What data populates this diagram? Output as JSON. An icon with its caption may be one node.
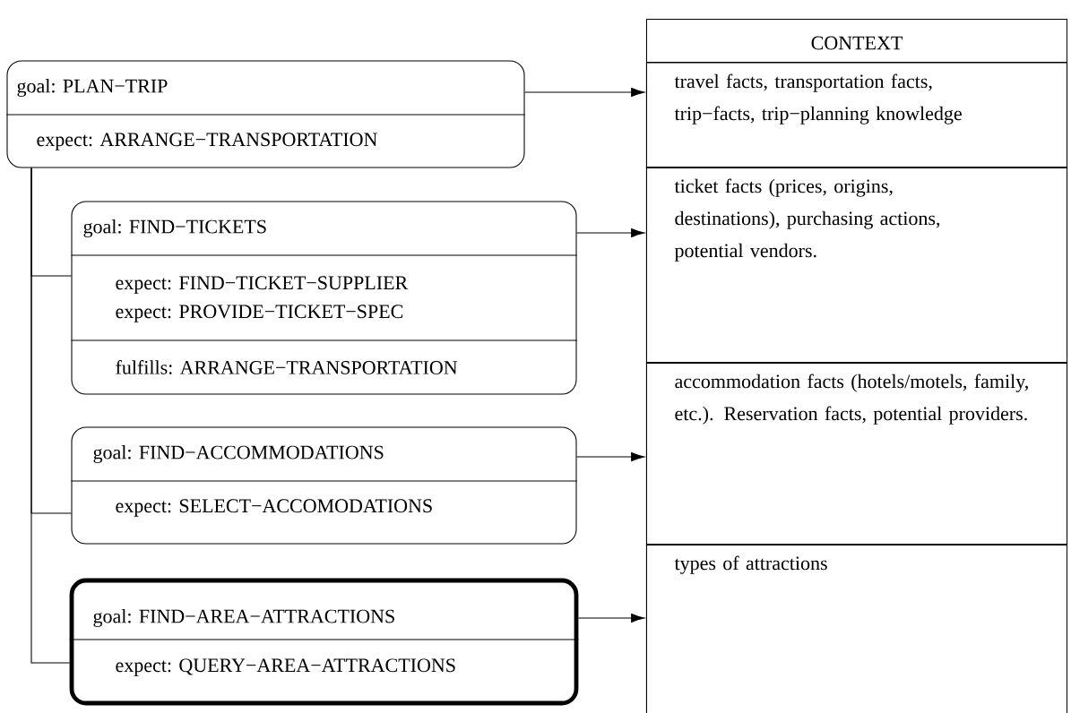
{
  "diagram": {
    "nodes": [
      {
        "text": [
          "goal: PLAN−TRIP",
          "expect: ARRANGE−TRANSPORTATION"
        ]
      },
      {
        "text": [
          "goal: FIND−TICKETS",
          "expect: FIND−TICKET−SUPPLIER",
          "expect: PROVIDE−TICKET−SPEC",
          "fulfills: ARRANGE−TRANSPORTATION"
        ]
      },
      {
        "text": [
          "goal: FIND−ACCOMMODATIONS",
          "expect: SELECT−ACCOMODATIONS"
        ]
      },
      {
        "text": [
          "goal: FIND−AREA−ATTRACTIONS",
          "expect: QUERY−AREA−ATTRACTIONS"
        ]
      },
      {
        "text": [
          "CONTEXT"
        ]
      },
      {
        "text": [
          "travel facts, transportation facts, trip−facts, trip−planning knowledge"
        ],
        "in": 4
      },
      {
        "text": [
          "ticket facts (prices, origins, destinations), purchasing actions, potential vendors."
        ],
        "in": 4
      },
      {
        "text": [
          "accommodation facts (hotels/motels, family, etc.). Reservation facts, potential providers."
        ],
        "in": 4
      },
      {
        "text": [
          "types of attractions"
        ],
        "in": 4
      }
    ],
    "edges": [
      {
        "from": 0,
        "to": 5,
        "arrow": "to"
      },
      {
        "from": 1,
        "to": 6,
        "arrow": "to"
      },
      {
        "from": 2,
        "to": 7,
        "arrow": "to"
      },
      {
        "from": 3,
        "to": 8,
        "arrow": "to"
      },
      {
        "from": 0,
        "to": 1,
        "arrow": "none"
      },
      {
        "from": 0,
        "to": 2,
        "arrow": "none"
      },
      {
        "from": 0,
        "to": 3,
        "arrow": "none"
      }
    ]
  }
}
